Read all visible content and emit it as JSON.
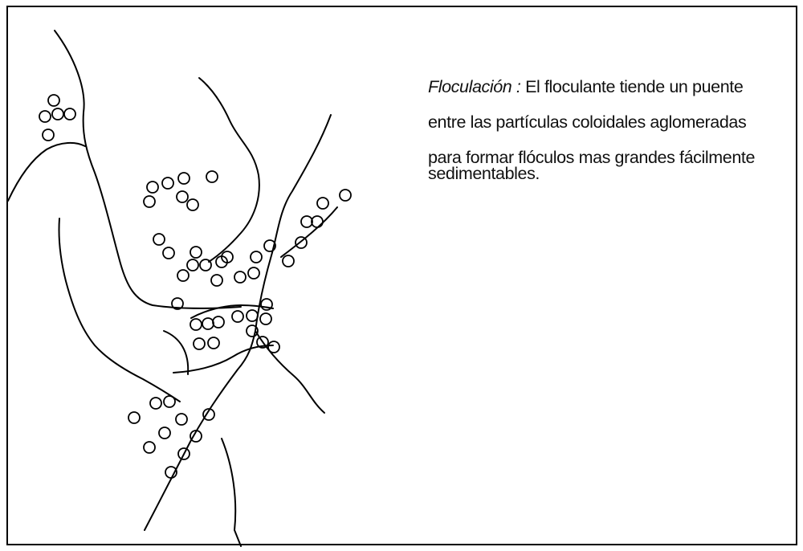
{
  "caption": {
    "term": "Floculación :",
    "line1": "El floculante tiende un puente",
    "line2": "entre las partículas coloidales aglomeradas",
    "line3": "para formar flóculos mas grandes fácilmente",
    "line4": "sedimentables."
  },
  "colors": {
    "ink": "#000000",
    "background": "#ffffff"
  }
}
